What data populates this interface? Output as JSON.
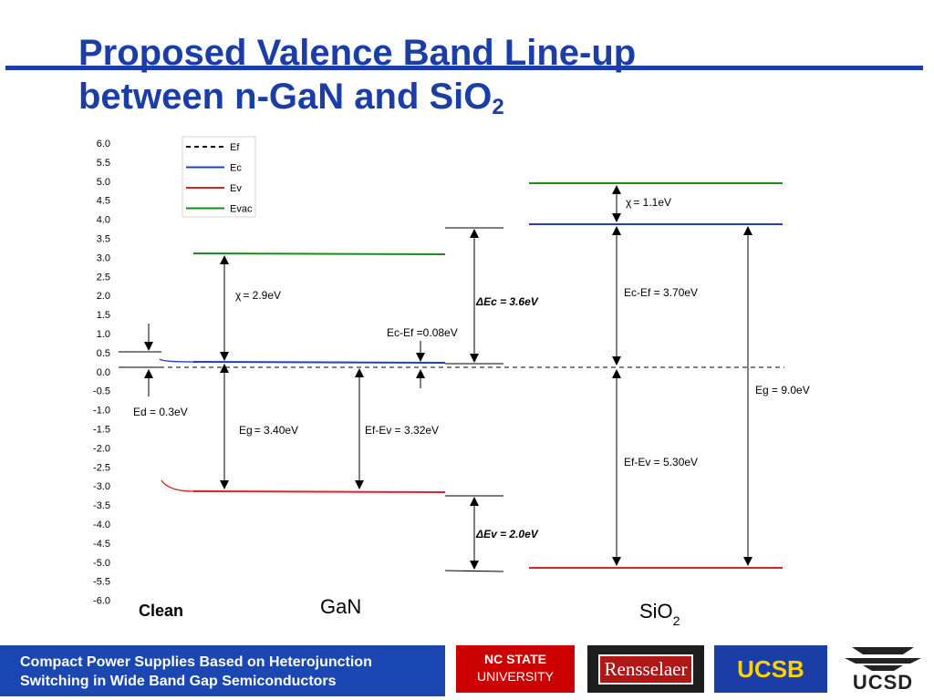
{
  "title": {
    "line1": "Proposed Valence Band Line-up",
    "line2": "between n-GaN and SiO",
    "line2_sub": "2"
  },
  "y_ticks": [
    "6.0",
    "5.5",
    "5.0",
    "4.5",
    "4.0",
    "3.5",
    "3.0",
    "2.5",
    "2.0",
    "1.5",
    "1.0",
    "0.5",
    "0.0",
    "-0.5",
    "-1.0",
    "-1.5",
    "-2.0",
    "-2.5",
    "-3.0",
    "-3.5",
    "-4.0",
    "-4.5",
    "-5.0",
    "-5.5",
    "-6.0"
  ],
  "legend": [
    {
      "label": "Ef",
      "color": "#000000",
      "style": "dashed"
    },
    {
      "label": "Ec",
      "color": "#1f3fbf",
      "style": "solid"
    },
    {
      "label": "Ev",
      "color": "#e02020",
      "style": "solid"
    },
    {
      "label": "Evac",
      "color": "#1a8a1a",
      "style": "solid"
    }
  ],
  "labels": {
    "gan_chi_sym": "χ",
    "gan_chi": "= 2.9eV",
    "ed": "Ed = 0.3eV",
    "gan_eg_pre": "Eg",
    "gan_eg": "= 3.40eV",
    "gan_efev": "Ef-Ev = 3.32eV",
    "gan_ecef": "Ec-Ef =0.08eV",
    "dec_sym": "Δ",
    "dec": "Ec = 3.6eV",
    "dev_sym": "Δ",
    "dev": "Ev = 2.0eV",
    "sio_chi_sym": "χ",
    "sio_chi": "= 1.1eV",
    "sio_ecef": "Ec-Ef = 3.70eV",
    "sio_efev": "Ef-Ev = 5.30eV",
    "sio_eg": "Eg = 9.0eV",
    "clean": "Clean",
    "gan": "GaN",
    "sio": "SiO",
    "sio_sub": "2"
  },
  "footer": {
    "line1": "Compact Power Supplies Based on Heterojunction",
    "line2": "Switching in Wide Band Gap Semiconductors",
    "ncstate_1": "NC STATE",
    "ncstate_2": "UNIVERSITY",
    "rensselaer": "Rensselaer",
    "ucsb": "UCSB",
    "ucsd": "UCSD"
  },
  "colors": {
    "title": "#1a3ea6",
    "ec": "#1f3fbf",
    "ev": "#e02020",
    "evac": "#1a8a1a",
    "ef": "#000000"
  }
}
